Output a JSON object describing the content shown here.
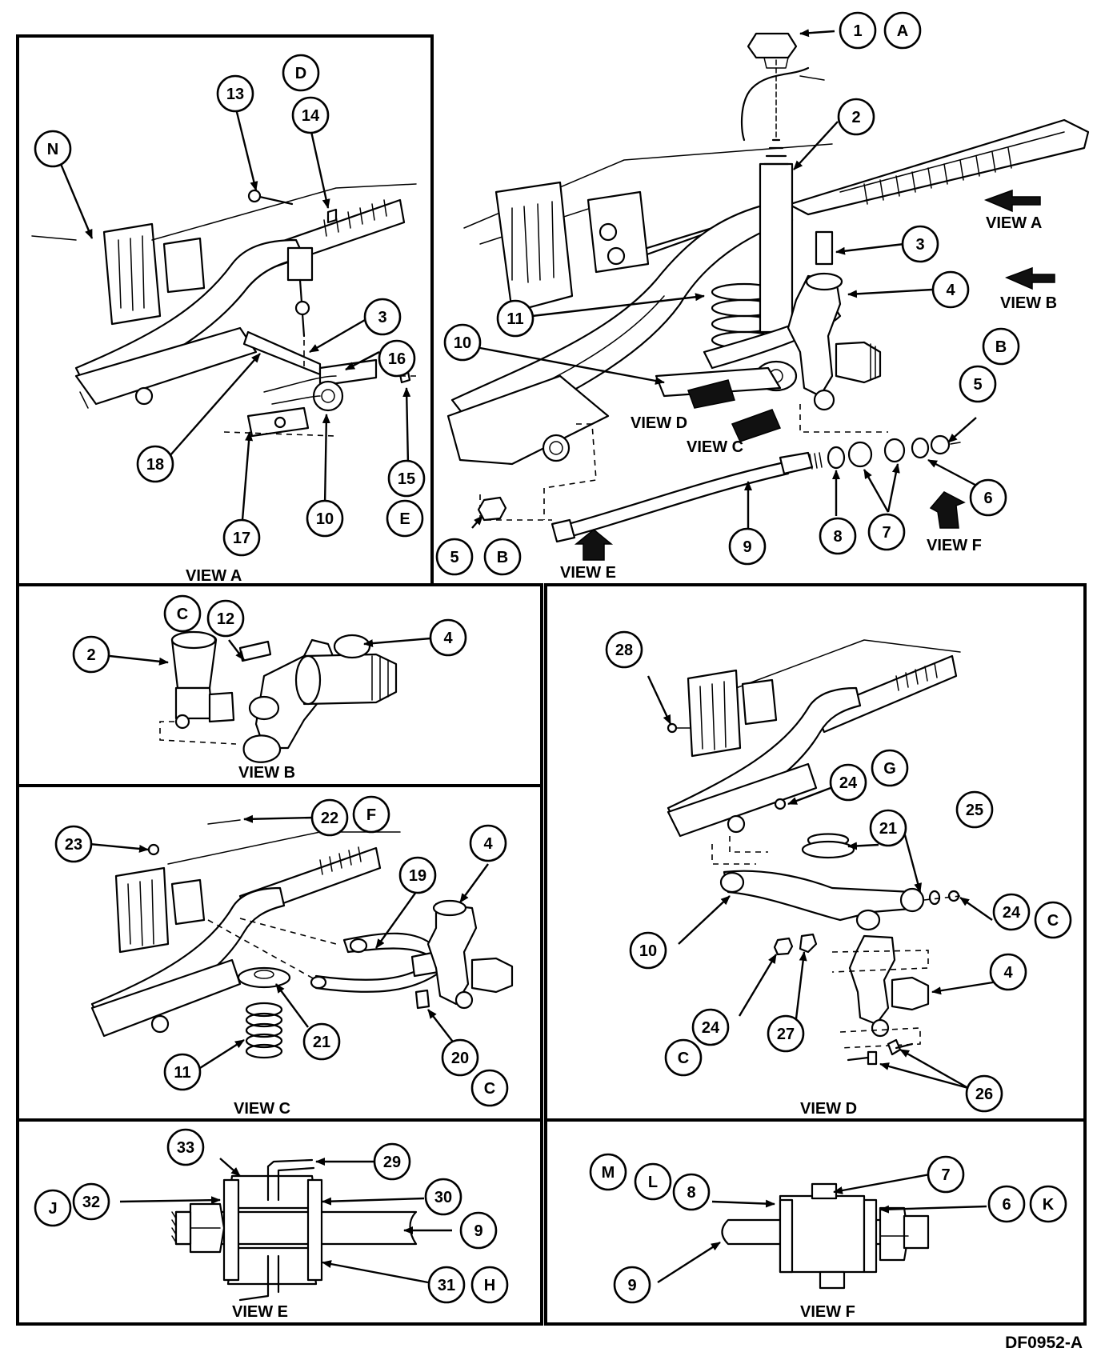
{
  "figure_code": "DF0952-A",
  "view_labels": {
    "view_a": "VIEW A",
    "view_b": "VIEW B",
    "view_c": "VIEW C",
    "view_d": "VIEW D",
    "view_e": "VIEW E",
    "view_f": "VIEW F"
  },
  "callouts": {
    "main_1": "1",
    "main_A": "A",
    "main_2": "2",
    "main_3": "3",
    "main_4": "4",
    "main_B": "B",
    "main_5": "5",
    "main_6": "6",
    "main_7": "7",
    "main_8": "8",
    "main_9": "9",
    "main_10": "10",
    "main_11": "11",
    "main_5b": "5",
    "main_Bb": "B",
    "a_N": "N",
    "a_13": "13",
    "a_D": "D",
    "a_14": "14",
    "a_3": "3",
    "a_16": "16",
    "a_18": "18",
    "a_15": "15",
    "a_E": "E",
    "a_17": "17",
    "a_10": "10",
    "b_C": "C",
    "b_12": "12",
    "b_2": "2",
    "b_4": "4",
    "c_23": "23",
    "c_22": "22",
    "c_F": "F",
    "c_19": "19",
    "c_4": "4",
    "c_21": "21",
    "c_11": "11",
    "c_20": "20",
    "c_C": "C",
    "d_28": "28",
    "d_G": "G",
    "d_24a": "24",
    "d_21": "21",
    "d_25": "25",
    "d_24b": "24",
    "d_Cb": "C",
    "d_10": "10",
    "d_4": "4",
    "d_24c": "24",
    "d_27": "27",
    "d_Cc": "C",
    "d_26": "26",
    "e_33": "33",
    "e_29": "29",
    "e_J": "J",
    "e_32": "32",
    "e_30": "30",
    "e_9": "9",
    "e_31": "31",
    "e_H": "H",
    "f_M": "M",
    "f_L": "L",
    "f_8": "8",
    "f_7": "7",
    "f_6": "6",
    "f_K": "K",
    "f_9": "9"
  }
}
